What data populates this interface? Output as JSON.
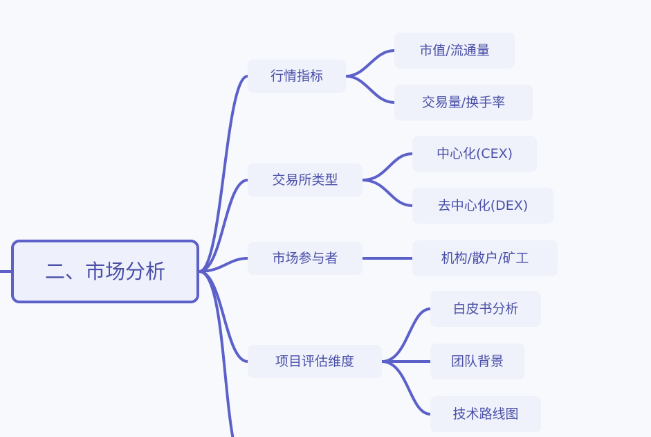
{
  "root": {
    "label": "二、市场分析"
  },
  "branches": [
    {
      "label": "行情指标",
      "children": [
        "市值/流通量",
        "交易量/换手率"
      ]
    },
    {
      "label": "交易所类型",
      "children": [
        "中心化(CEX)",
        "去中心化(DEX)"
      ]
    },
    {
      "label": "市场参与者",
      "children": [
        "机构/散户/矿工"
      ]
    },
    {
      "label": "项目评估维度",
      "children": [
        "白皮书分析",
        "团队背景",
        "技术路线图"
      ]
    }
  ],
  "colors": {
    "line": "#5c60c9",
    "node_bg": "#eff2fa",
    "text": "#4a4fa8",
    "background": "#f7f9fc"
  }
}
